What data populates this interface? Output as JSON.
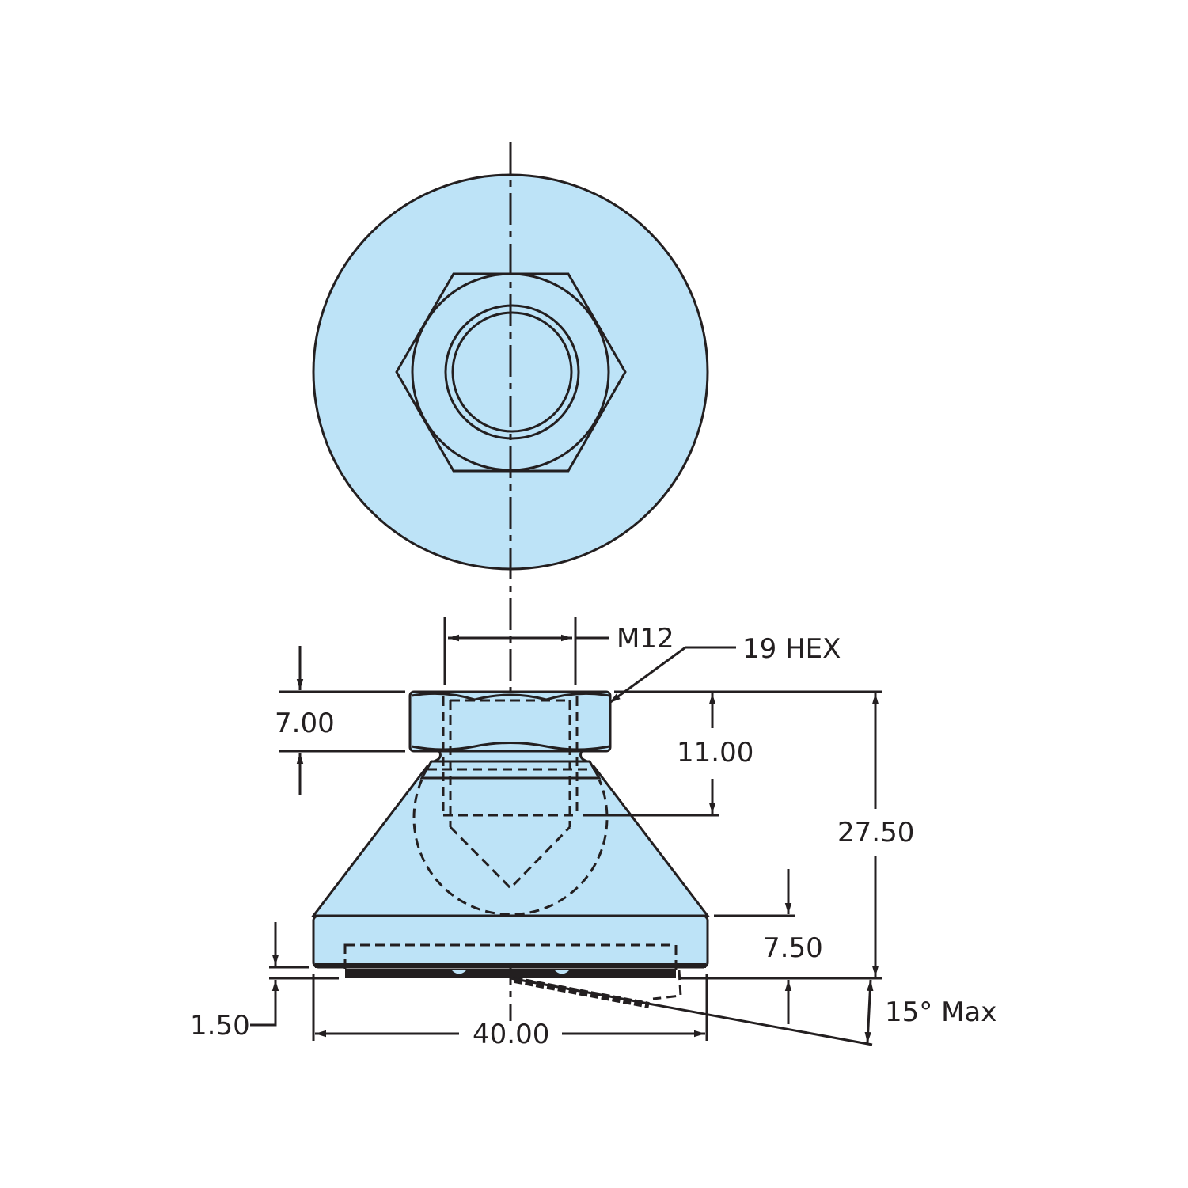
{
  "drawing": {
    "subject": "Swivel leveling foot",
    "views": [
      "top-view",
      "front-view"
    ],
    "colors": {
      "fill": "#bde3f7",
      "stroke": "#231f20",
      "background": "#ffffff"
    }
  },
  "dimensions": {
    "thread": "M12",
    "hex": "19 HEX",
    "hex_height": "7.00",
    "thread_depth": "11.00",
    "overall_height": "27.50",
    "base_height": "7.50",
    "pad_thickness": "1.50",
    "base_diameter": "40.00",
    "tilt": "15° Max"
  }
}
